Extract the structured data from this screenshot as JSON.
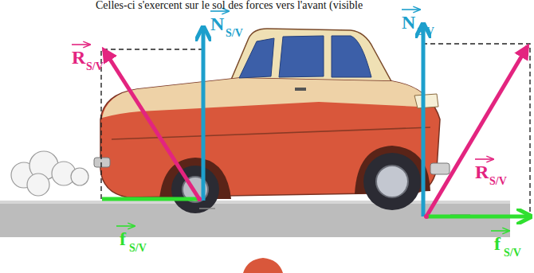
{
  "diagram": {
    "labels": [
      "Celles-ci s'exercent sur le sol des forces vers l'avant (visible",
      "R",
      "S/V",
      "N",
      "S/V",
      "N",
      "S/V",
      "R",
      "S/V",
      "f",
      "S/V",
      "f",
      "S/V"
    ]
  }
}
